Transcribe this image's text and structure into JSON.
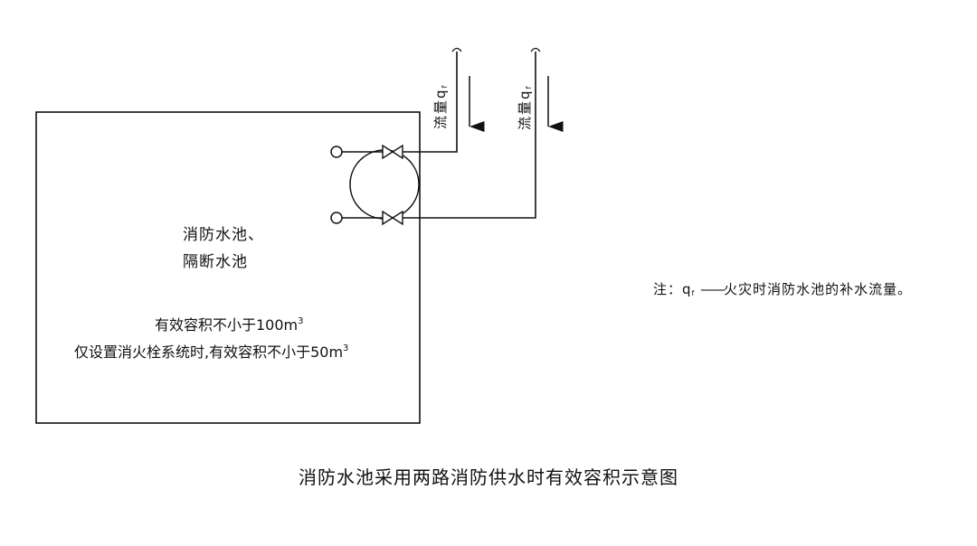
{
  "diagram": {
    "title": "消防水池采用两路消防供水时有效容积示意图",
    "pool": {
      "name_line1": "消防水池、",
      "name_line2": "隔断水池",
      "volume_line1_text": "有效容积不小于100m",
      "volume_line1_sup": "3",
      "volume_line2_text": "仅设置消火栓系统时,有效容积不小于50m",
      "volume_line2_sup": "3"
    },
    "inflows": [
      {
        "label_text": "流量q",
        "label_sub": "f"
      },
      {
        "label_text": "流量q",
        "label_sub": "f"
      }
    ],
    "note": {
      "prefix": "注：q",
      "sub": "f",
      "dash": "——",
      "text": "火灾时消防水池的补水流量。"
    }
  },
  "colors": {
    "line": "#111111",
    "background": "#ffffff"
  }
}
